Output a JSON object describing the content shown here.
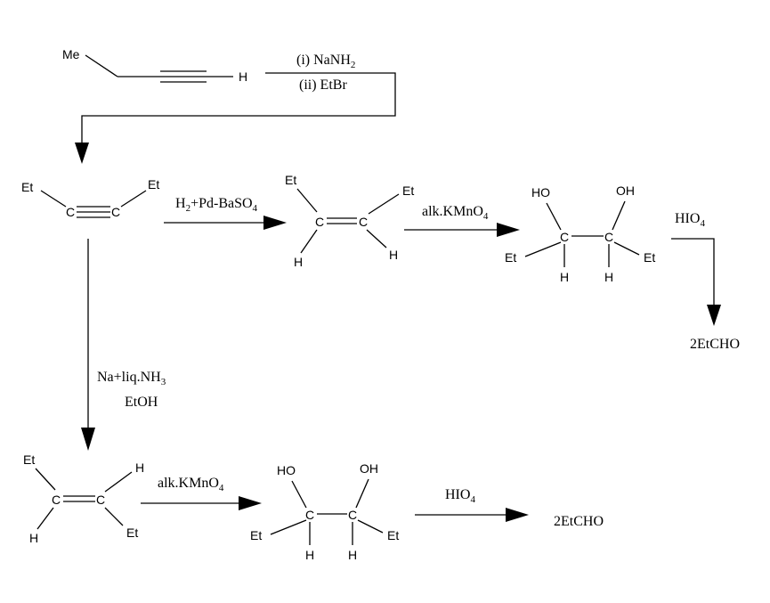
{
  "reagents": {
    "step1_i": "(i) NaNH",
    "step1_i_sub": "2",
    "step1_ii": "(ii) EtBr",
    "h2_main": "H",
    "h2_sub": "2",
    "h2_rest": "+Pd-BaSO",
    "h2_sub2": "4",
    "kmno4_main": "alk.KMnO",
    "kmno4_sub": "4",
    "hio4_main": "HIO",
    "hio4_sub": "4",
    "na_main": "Na+liq.NH",
    "na_sub": "3",
    "etoh": "EtOH"
  },
  "products": {
    "top_right": "2EtCHO",
    "bottom_right": "2EtCHO"
  },
  "atoms": {
    "me": "Me",
    "h": "H",
    "et": "Et",
    "c": "C",
    "ho": "HO",
    "oh": "OH"
  }
}
